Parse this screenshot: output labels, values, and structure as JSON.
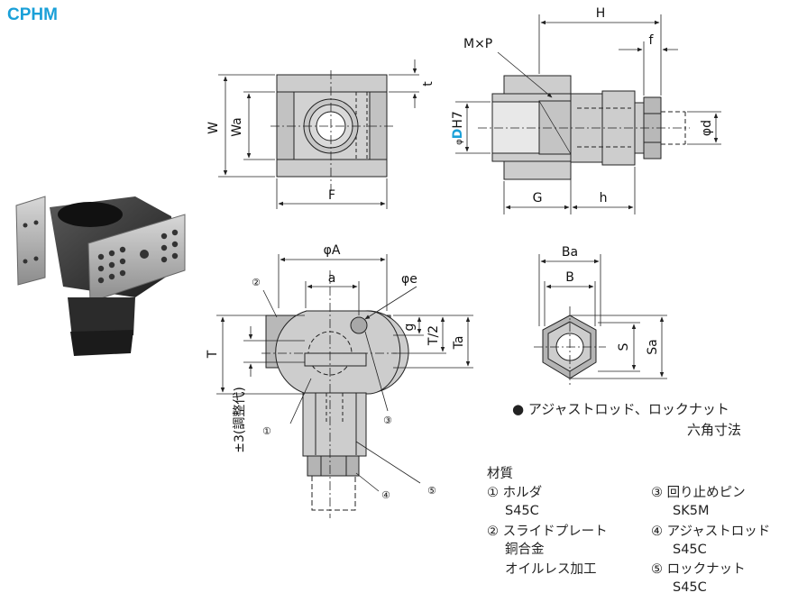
{
  "model": "CPHM",
  "dims": {
    "H": "H",
    "M_P": "M×P",
    "f": "f",
    "phi_D_prefix": "φ",
    "phi_D_letter": "D",
    "phi_D_suffix": "H7",
    "phi_d": "φd",
    "G": "G",
    "h": "h",
    "W": "W",
    "Wa": "Wa",
    "F": "F",
    "t": "t",
    "phi_A": "φA",
    "a": "a",
    "phi_e": "φe",
    "g": "g",
    "T_half": "T/2",
    "Ta": "Ta",
    "T": "T",
    "adjust": "±3(調整代)",
    "Ba": "Ba",
    "B": "B",
    "S": "S",
    "Sa": "Sa"
  },
  "callouts": [
    "①",
    "②",
    "③",
    "④",
    "⑤"
  ],
  "hex_note": {
    "line1": "● アジャストロッド、ロックナット",
    "line2": "六角寸法"
  },
  "materials": {
    "title": "材質",
    "left": [
      {
        "label": "① ホルダ",
        "material": "S45C"
      },
      {
        "label": "② スライドプレート",
        "material": "銅合金",
        "extra": "オイルレス加工"
      }
    ],
    "right": [
      {
        "label": "③ 回り止めピン",
        "material": "SK5M"
      },
      {
        "label": "④ アジャストロッド",
        "material": "S45C"
      },
      {
        "label": "⑤ ロックナット",
        "material": "S45C"
      }
    ]
  },
  "colors": {
    "part_fill": "#cdcdcd",
    "part_dark": "#a8a8a8",
    "line": "#222222",
    "accent": "#1aa0d8"
  },
  "photo_icon": "cphm-product-photo"
}
